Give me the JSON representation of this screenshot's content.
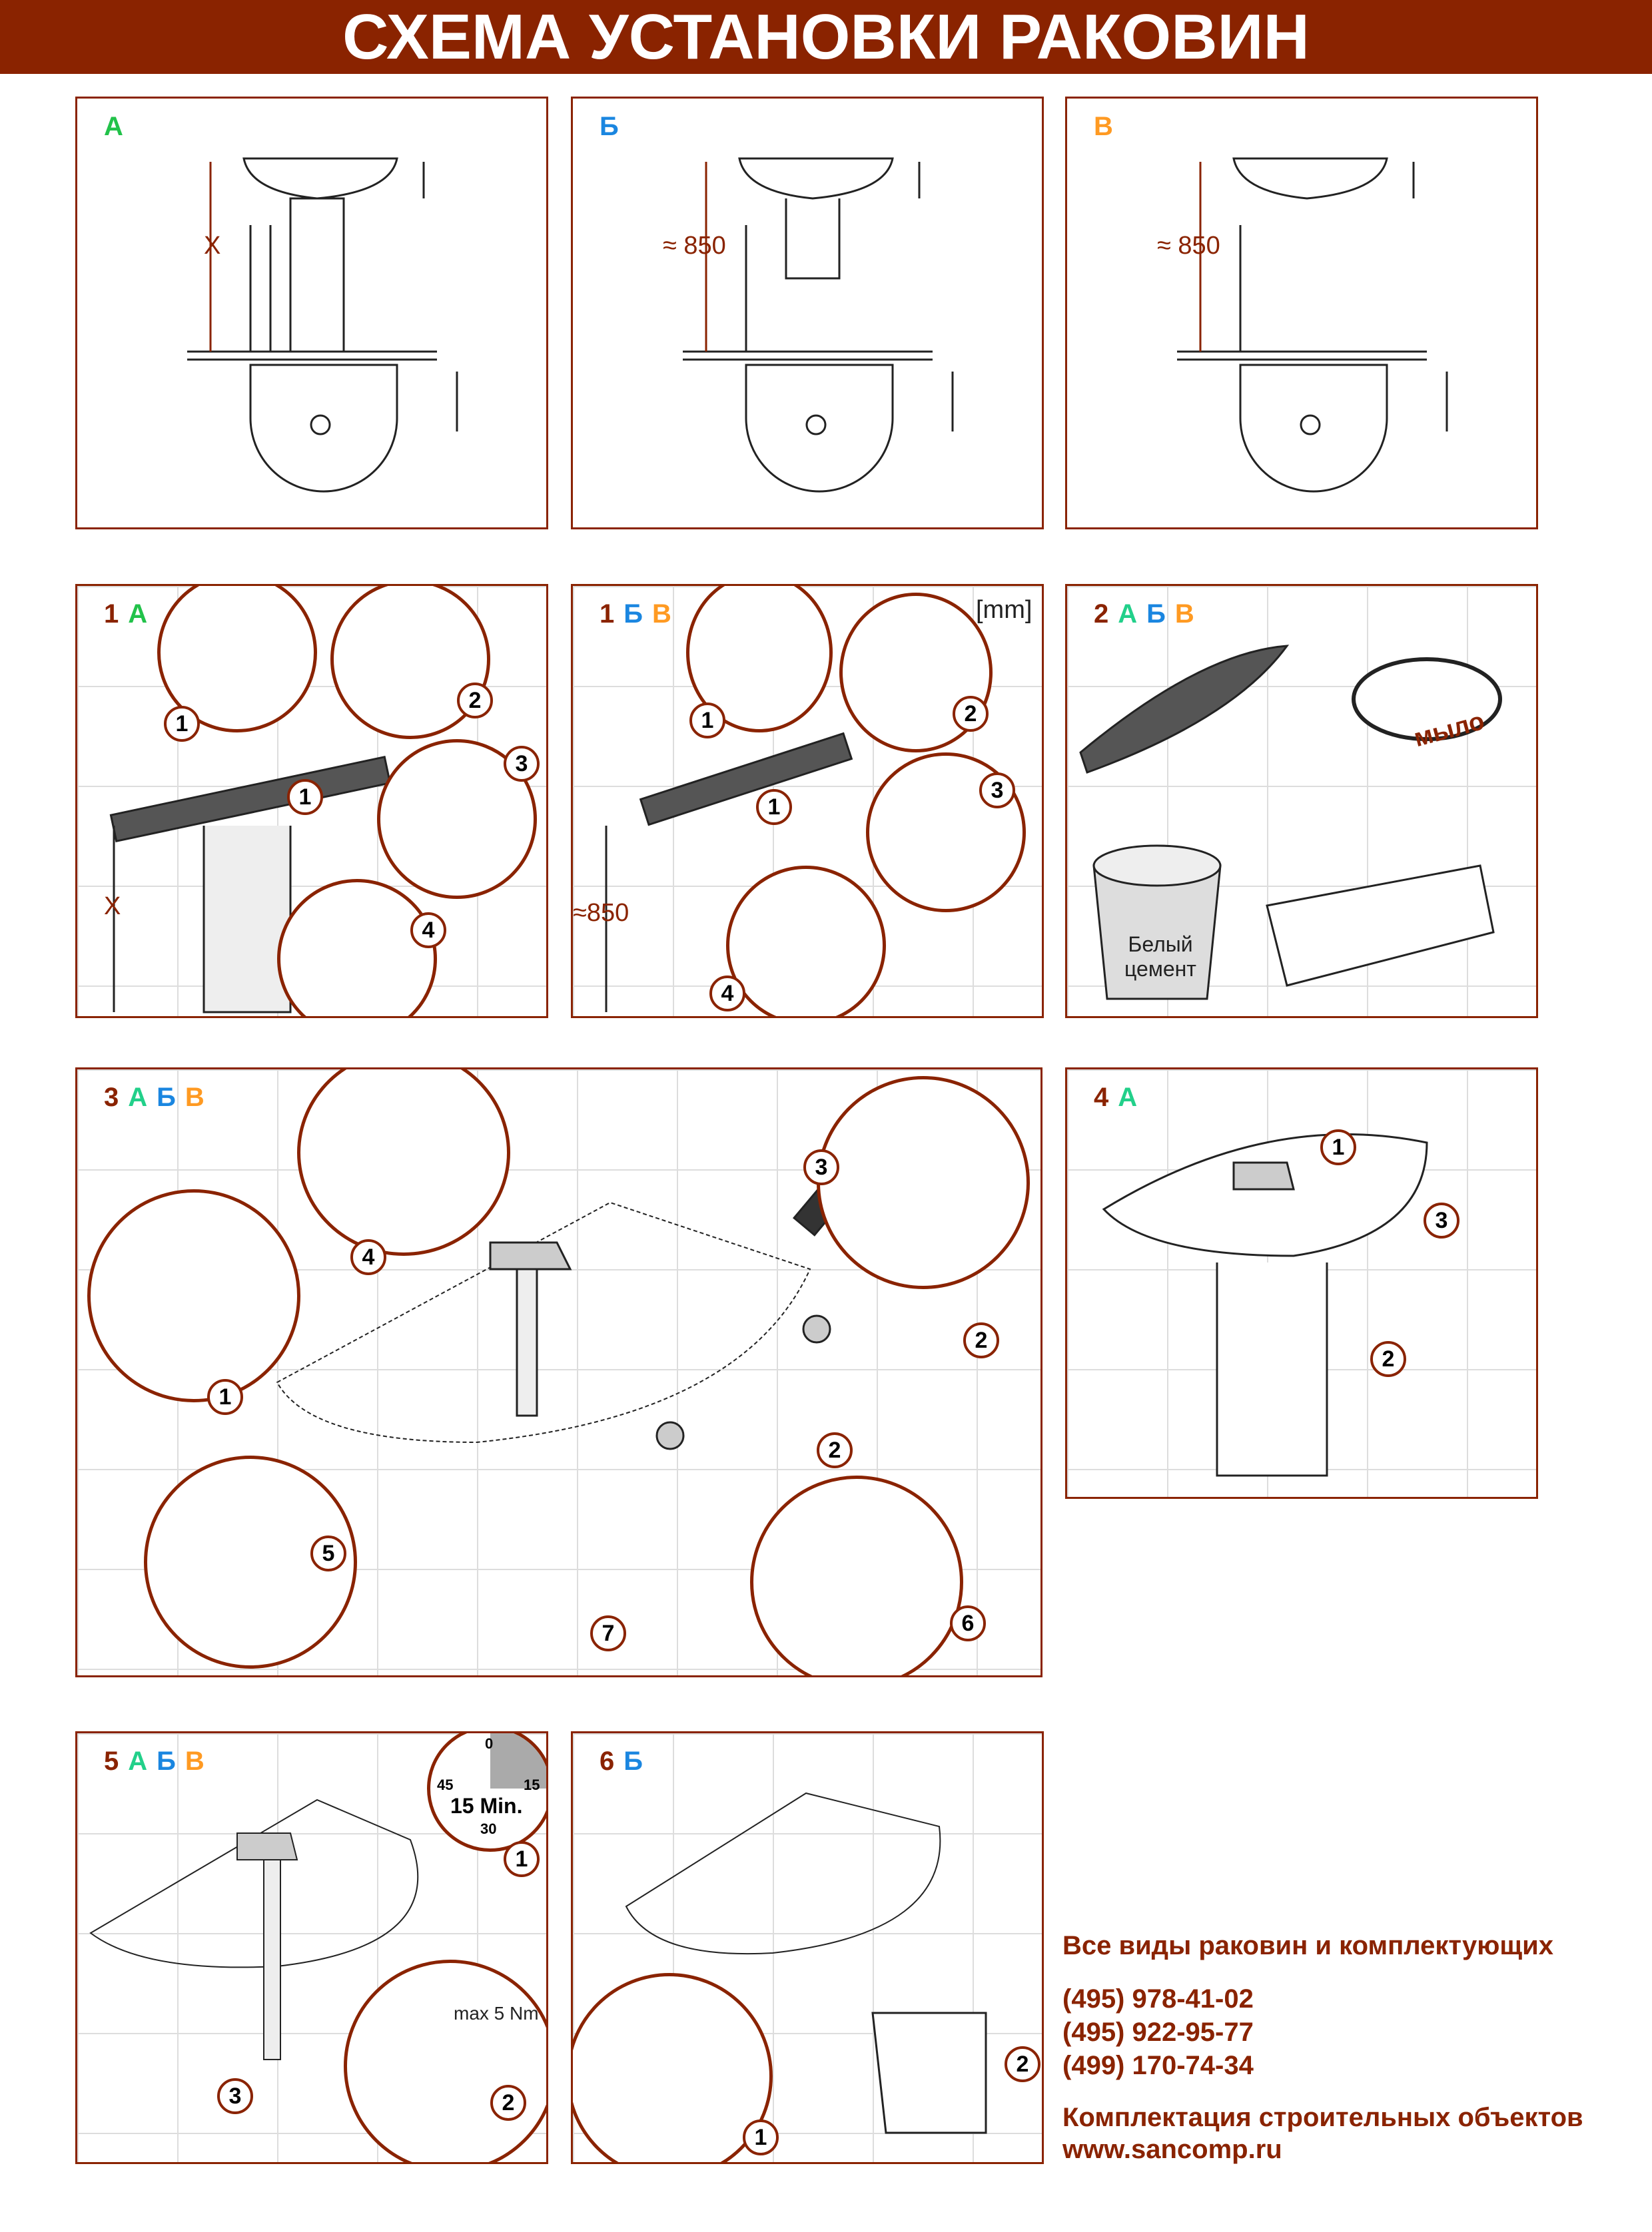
{
  "title": "СХЕМА УСТАНОВКИ РАКОВИН",
  "colors": {
    "brand": "#8a2300",
    "a": "#22d08a",
    "b": "#1a86e0",
    "v": "#ff9a22"
  },
  "top": [
    {
      "label": "А",
      "dim": "X"
    },
    {
      "label": "Б",
      "dim": "≈ 850"
    },
    {
      "label": "В",
      "dim": "≈ 850"
    }
  ],
  "step1a": {
    "n": "1",
    "l": [
      "А"
    ],
    "dim": "X",
    "callouts": [
      "1",
      "2",
      "3",
      "4",
      "1"
    ]
  },
  "step1bv": {
    "n": "1",
    "l": [
      "Б",
      "В"
    ],
    "unit": "[mm]",
    "dim": "≈850",
    "callouts": [
      "1",
      "2",
      "3",
      "4",
      "1"
    ]
  },
  "step2": {
    "n": "2",
    "l": [
      "А",
      "Б",
      "В"
    ],
    "soap": "мыло",
    "cement": "Белый цемент"
  },
  "step3": {
    "n": "3",
    "l": [
      "А",
      "Б",
      "В"
    ],
    "callouts": [
      "1",
      "2",
      "2",
      "3",
      "4",
      "5",
      "6",
      "7"
    ]
  },
  "step4": {
    "n": "4",
    "l": [
      "А"
    ],
    "callouts": [
      "1",
      "2",
      "3"
    ]
  },
  "step5": {
    "n": "5",
    "l": [
      "А",
      "Б",
      "В"
    ],
    "timer": {
      "t0": "0",
      "t15": "15",
      "t30": "30",
      "t45": "45",
      "label": "15 Min.",
      "elapsed_min": 15
    },
    "torque": "max 5 Nm",
    "callouts": [
      "1",
      "2",
      "3"
    ]
  },
  "step6": {
    "n": "6",
    "l": [
      "Б"
    ],
    "callouts": [
      "1",
      "2"
    ]
  },
  "contact": {
    "headline": "Все виды раковин и комплектующих",
    "phones": [
      "(495) 978-41-02",
      "(495) 922-95-77",
      "(499) 170-74-34"
    ],
    "tagline": "Комплектация строительных объектов",
    "site": "www.sancomp.ru"
  }
}
